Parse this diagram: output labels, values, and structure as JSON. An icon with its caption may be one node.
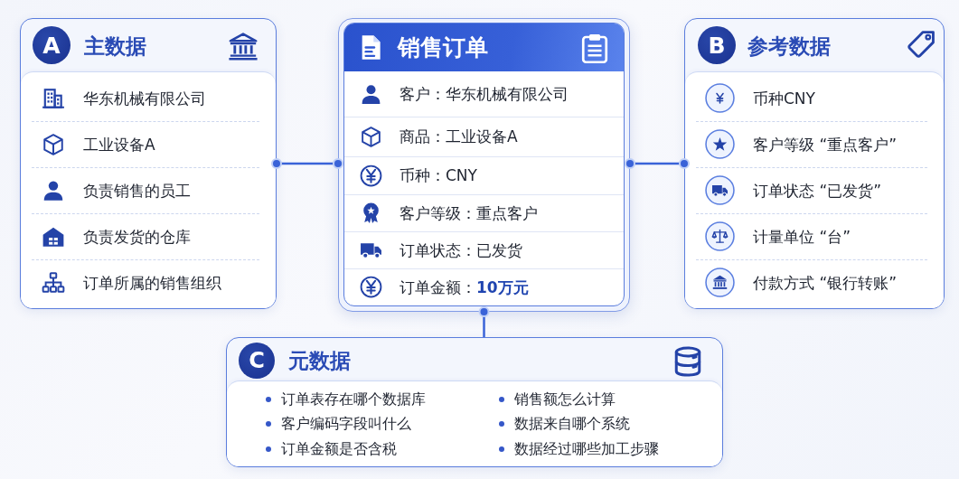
{
  "diagram": {
    "nodes": [
      {
        "text": [
          "主数据",
          "华东机械有限公司",
          "工业设备A",
          "负责销售的员工",
          "负责发货的仓库",
          "订单所属的销售组织"
        ]
      },
      {
        "text": [
          "A"
        ],
        "in": 0
      },
      {
        "text": [
          "销售订单",
          "客户：华东机械有限公司",
          "商品：工业设备A",
          "币种：CNY",
          "客户等级：重点客户",
          "订单状态：已发货",
          "订单金额：**10万元**"
        ]
      },
      {
        "text": [
          "参考数据",
          "币种CNY",
          "客户等级 “重点客户”",
          "订单状态 “已发货”",
          "计量单位 “台”",
          "付款方式 “银行转账”"
        ]
      },
      {
        "text": [
          "B"
        ],
        "in": 3
      },
      {
        "text": [
          "元数据",
          "订单表存在哪个数据库",
          "客户编码字段叫什么",
          "订单金额是否含税",
          "销售额怎么计算",
          "数据来自哪个系统",
          "数据经过哪些加工步骤"
        ]
      },
      {
        "text": [
          "C"
        ],
        "in": 5
      }
    ],
    "edges": [
      {
        "from": 0,
        "to": 2,
        "arrow": "other"
      },
      {
        "from": 2,
        "to": 3,
        "arrow": "other"
      },
      {
        "from": 2,
        "to": 5,
        "arrow": "other"
      }
    ]
  }
}
